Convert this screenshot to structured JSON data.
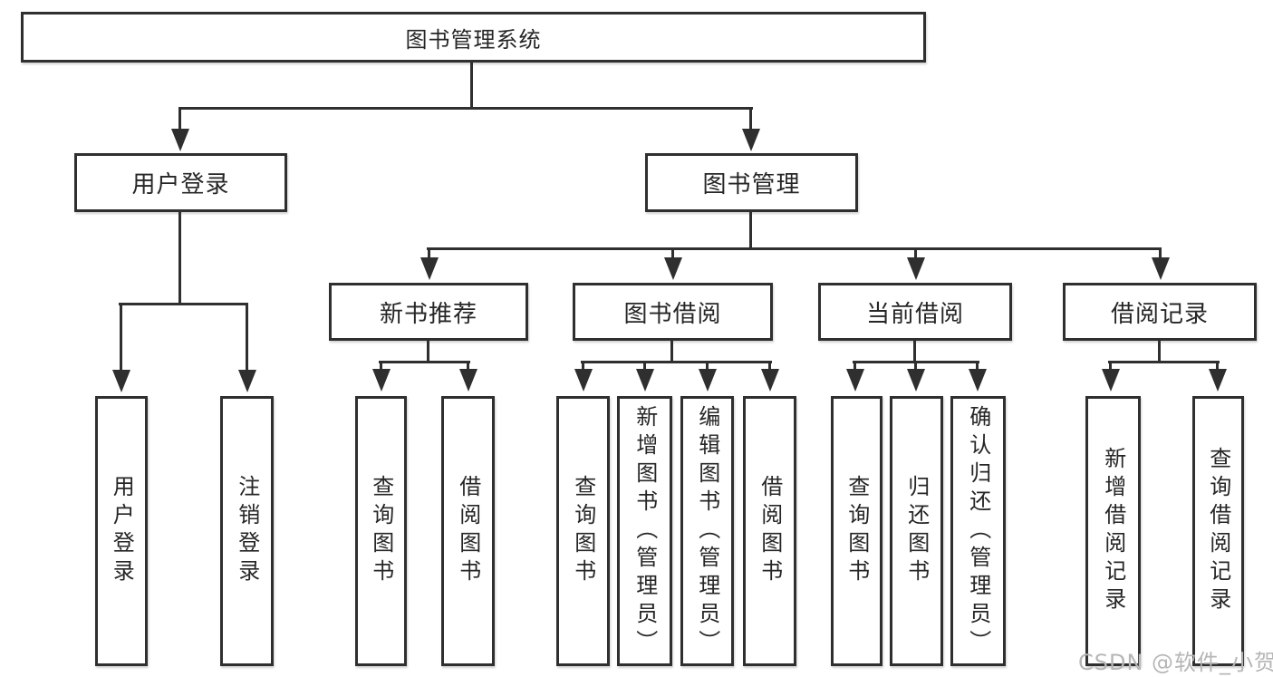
{
  "diagram": {
    "root": {
      "label": "图书管理系统",
      "children": [
        {
          "label": "用户登录",
          "children": [
            {
              "label": "用户登录"
            },
            {
              "label": "注销登录"
            }
          ]
        },
        {
          "label": "图书管理",
          "children": [
            {
              "label": "新书推荐",
              "children": [
                {
                  "label": "查询图书"
                },
                {
                  "label": "借阅图书"
                }
              ]
            },
            {
              "label": "图书借阅",
              "children": [
                {
                  "label": "查询图书"
                },
                {
                  "label": "新增图书（管理员）"
                },
                {
                  "label": "编辑图书（管理员）"
                },
                {
                  "label": "借阅图书"
                }
              ]
            },
            {
              "label": "当前借阅",
              "children": [
                {
                  "label": "查询图书"
                },
                {
                  "label": "归还图书"
                },
                {
                  "label": "确认归还（管理员）"
                }
              ]
            },
            {
              "label": "借阅记录",
              "children": [
                {
                  "label": "新增借阅记录"
                },
                {
                  "label": "查询借阅记录"
                }
              ]
            }
          ]
        }
      ]
    }
  },
  "watermark": {
    "text": "CSDN @软件_小贺同学"
  },
  "colors": {
    "stroke": "#2f2f2f",
    "watermark": "#b6b6b6",
    "background": "#ffffff"
  }
}
